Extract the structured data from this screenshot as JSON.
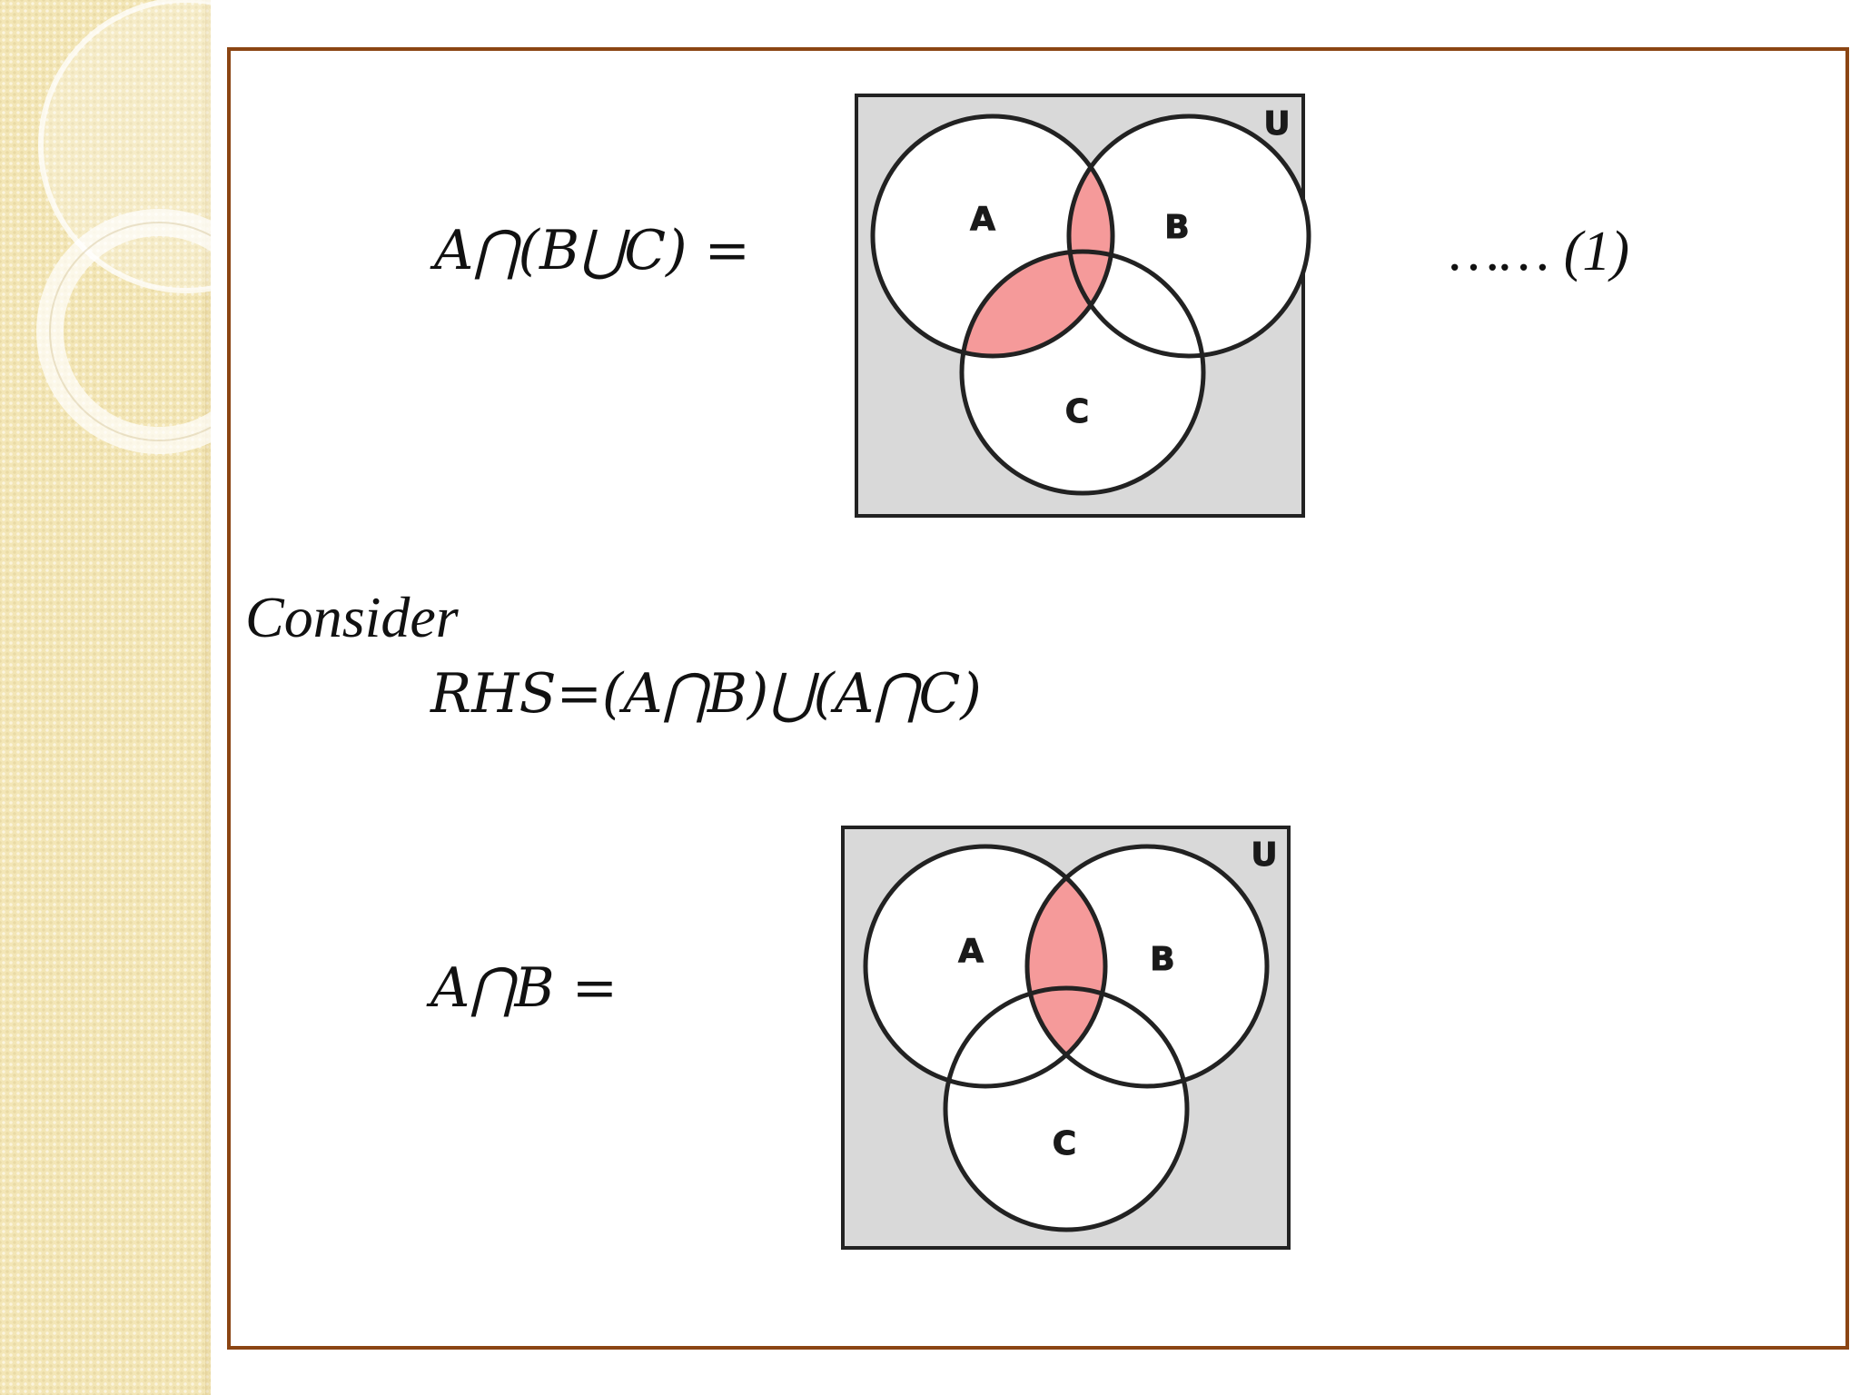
{
  "slide": {
    "equation1": {
      "lhs": "A⋂(B⋃C) =",
      "reference": "…… (1)"
    },
    "consider_label": "Consider",
    "rhs_expression": "RHS=(A⋂B)⋃(A⋂C)",
    "equation2": {
      "lhs": "A⋂B   ="
    }
  },
  "diagrams": [
    {
      "universe_label": "U",
      "set_labels": [
        "A",
        "B",
        "C"
      ],
      "shaded_region": "A ∩ (B ∪ C)"
    },
    {
      "universe_label": "U",
      "set_labels": [
        "A",
        "B",
        "C"
      ],
      "shaded_region": "A ∩ B"
    }
  ],
  "colors": {
    "frame_border": "#8b4513",
    "universe_fill": "#d9d9d9",
    "shaded_fill": "#f59a9a",
    "side_panel": "#f3e6b6"
  }
}
